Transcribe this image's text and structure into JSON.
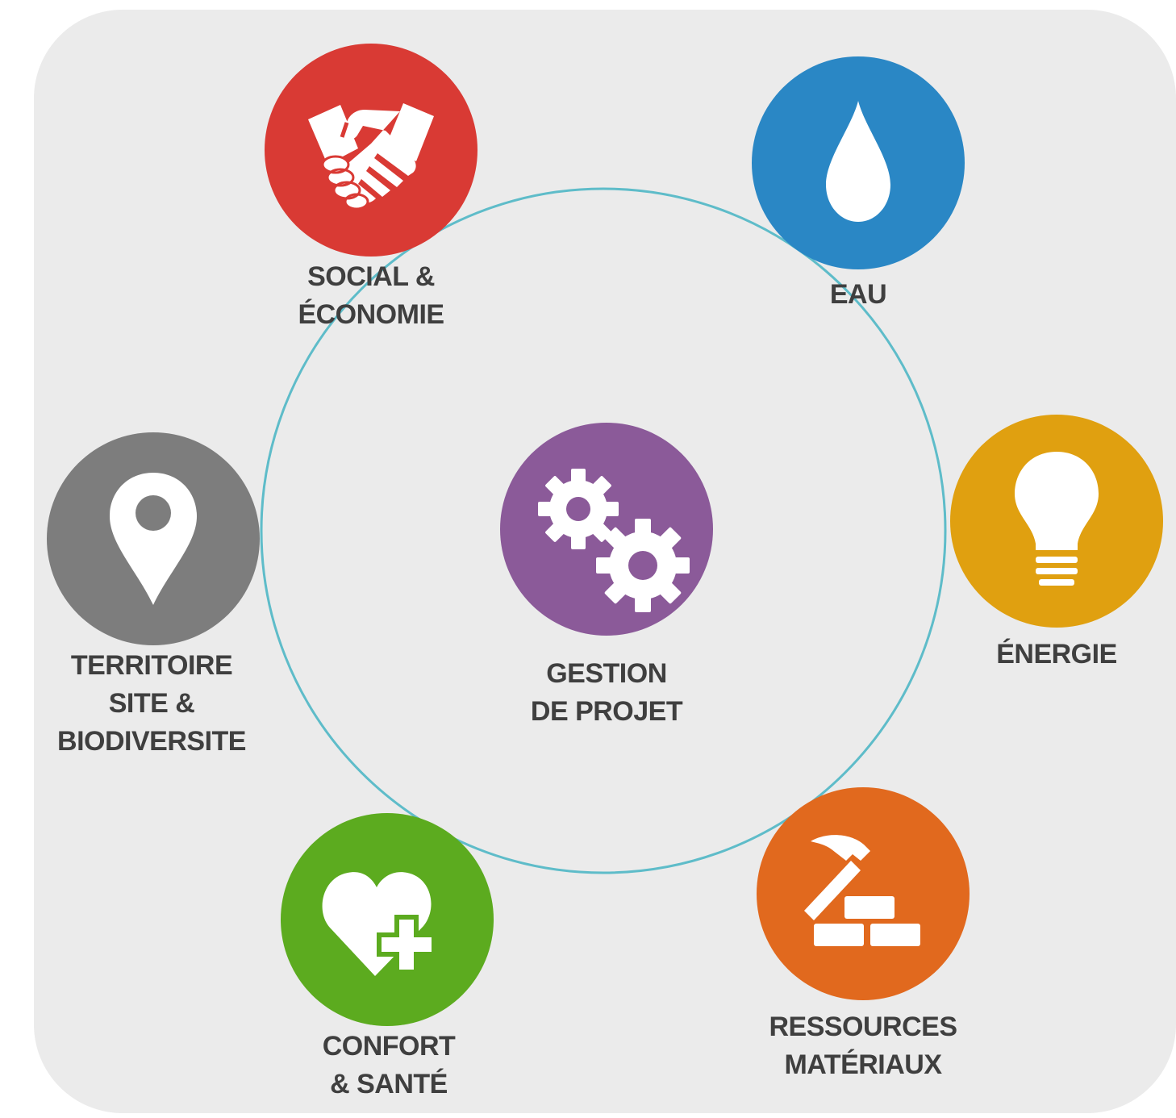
{
  "colors": {
    "background": "#ebebeb",
    "ring": "#5ebcc9",
    "label_text": "#3f3f3f",
    "icon_fill": "#ffffff"
  },
  "center": {
    "color": "#8b5a99",
    "icon": "gears-icon",
    "label_lines": [
      "GESTION",
      "DE PROJET"
    ]
  },
  "themes": [
    {
      "key": "social",
      "color": "#d93a34",
      "icon": "handshake-icon",
      "label_lines": [
        "SOCIAL &",
        "ÉCONOMIE"
      ]
    },
    {
      "key": "eau",
      "color": "#2a87c5",
      "icon": "water-drop-icon",
      "label_lines": [
        "EAU"
      ]
    },
    {
      "key": "energie",
      "color": "#e0a010",
      "icon": "lightbulb-icon",
      "label_lines": [
        "ÉNERGIE"
      ]
    },
    {
      "key": "ressources",
      "color": "#e1691e",
      "icon": "hammer-bricks-icon",
      "label_lines": [
        "RESSOURCES",
        "MATÉRIAUX"
      ]
    },
    {
      "key": "confort",
      "color": "#5cab1f",
      "icon": "heart-cross-icon",
      "label_lines": [
        "CONFORT",
        "& SANTÉ"
      ]
    },
    {
      "key": "territoire",
      "color": "#7d7d7d",
      "icon": "map-pin-icon",
      "label_lines": [
        "TERRITOIRE",
        "SITE &",
        "BIODIVERSITE"
      ]
    }
  ]
}
